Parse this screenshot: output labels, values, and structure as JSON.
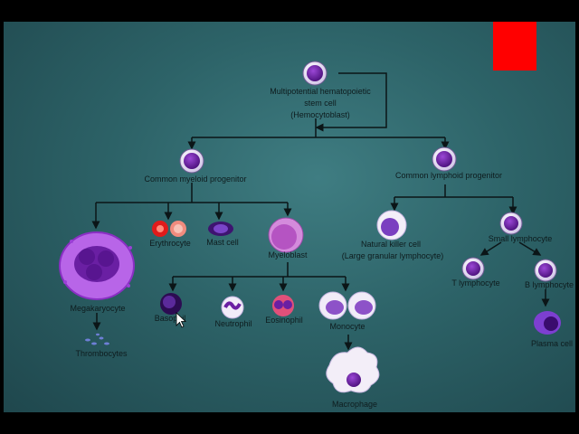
{
  "slide": {
    "labels": {
      "stem": [
        "Multipotential hematopoietic",
        "stem cell",
        "(Hemocytoblast)"
      ],
      "myeloid": "Common myeloid progenitor",
      "lymphoid": "Common lymphoid progenitor",
      "megakaryocyte": "Megakaryocyte",
      "thrombocytes": "Thrombocytes",
      "erythrocyte": "Erythrocyte",
      "mast": "Mast cell",
      "myeloblast": "Myeloblast",
      "basophil": "Basophil",
      "neutrophil": "Neutrophil",
      "eosinophil": "Eosinophil",
      "monocyte": "Monocyte",
      "macrophage": "Macrophage",
      "nk": [
        "Natural killer cell",
        "(Large granular lymphocyte)"
      ],
      "small_lymph": "Small lymphocyte",
      "t_lymph": "T lymphocyte",
      "b_lymph": "B lymphocyte",
      "plasma": "Plasma cell"
    }
  },
  "colors": {
    "record_indicator": "#ff0000",
    "cell_purple": "#6a1fa3",
    "cell_membrane": "#e9e1f5",
    "slide_bg": "#2d6368"
  },
  "icons": [
    "mouse-cursor-icon"
  ]
}
